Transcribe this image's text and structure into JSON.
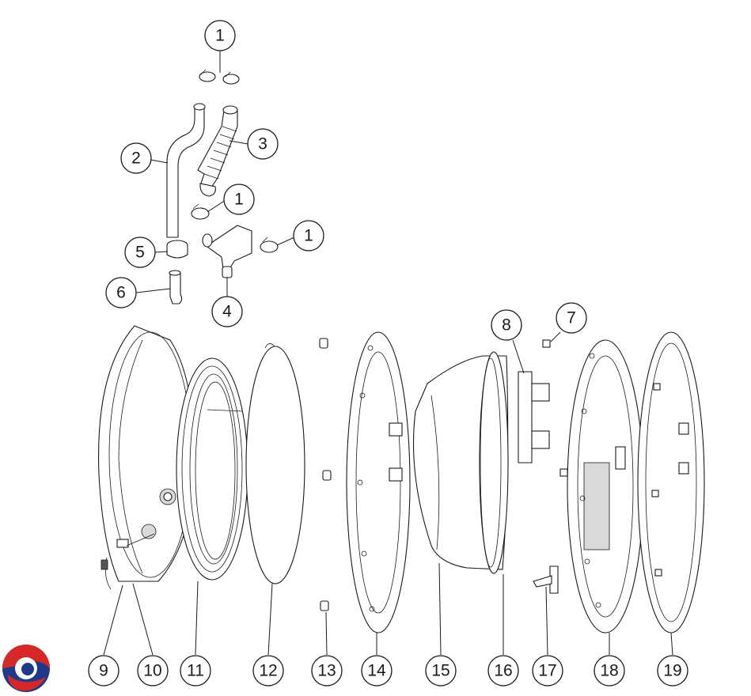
{
  "colors": {
    "line": "#1a1a1a",
    "background": "#ffffff",
    "logo_blue": "#1f3a8a",
    "logo_red": "#d62828"
  },
  "callouts": [
    {
      "id": "c1a",
      "label": "1"
    },
    {
      "id": "c2",
      "label": "2"
    },
    {
      "id": "c3",
      "label": "3"
    },
    {
      "id": "c1b",
      "label": "1"
    },
    {
      "id": "c5",
      "label": "5"
    },
    {
      "id": "c1c",
      "label": "1"
    },
    {
      "id": "c6",
      "label": "6"
    },
    {
      "id": "c4",
      "label": "4"
    },
    {
      "id": "c8",
      "label": "8"
    },
    {
      "id": "c7",
      "label": "7"
    },
    {
      "id": "c9",
      "label": "9"
    },
    {
      "id": "c10",
      "label": "10"
    },
    {
      "id": "c11",
      "label": "11"
    },
    {
      "id": "c12",
      "label": "12"
    },
    {
      "id": "c13",
      "label": "13"
    },
    {
      "id": "c14",
      "label": "14"
    },
    {
      "id": "c15",
      "label": "15"
    },
    {
      "id": "c16",
      "label": "16"
    },
    {
      "id": "c17",
      "label": "17"
    },
    {
      "id": "c18",
      "label": "18"
    },
    {
      "id": "c19",
      "label": "19"
    }
  ],
  "icons": {
    "logo": "brand-logo-icon"
  }
}
